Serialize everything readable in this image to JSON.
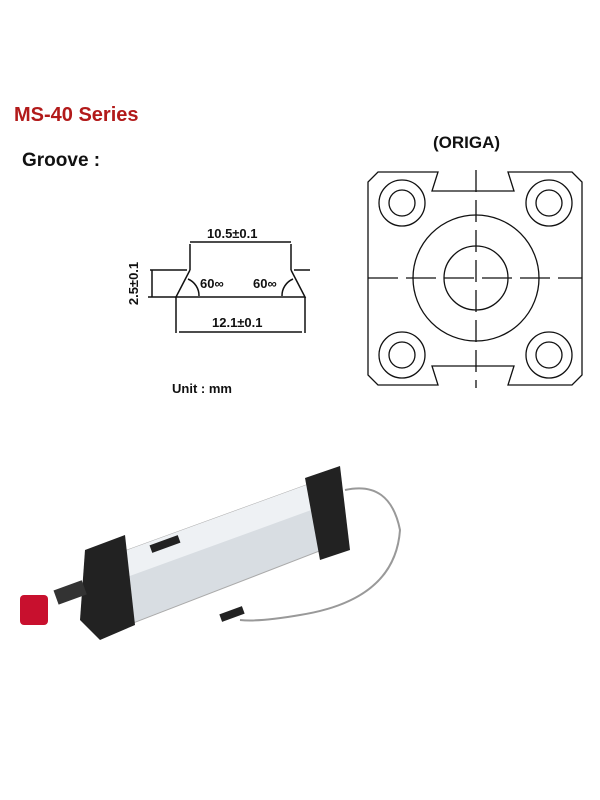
{
  "header": {
    "title": "MS-40 Series",
    "groove_label": "Groove :"
  },
  "groove_diagram": {
    "top_width": "10.5±0.1",
    "bottom_width": "12.1±0.1",
    "depth": "2.5±0.1",
    "angle_left": "60∞",
    "angle_right": "60∞",
    "unit": "Unit : mm"
  },
  "profile_diagram": {
    "label": "(ORIGA)"
  },
  "colors": {
    "title": "#b21a1a",
    "cap": "#c8102e"
  }
}
